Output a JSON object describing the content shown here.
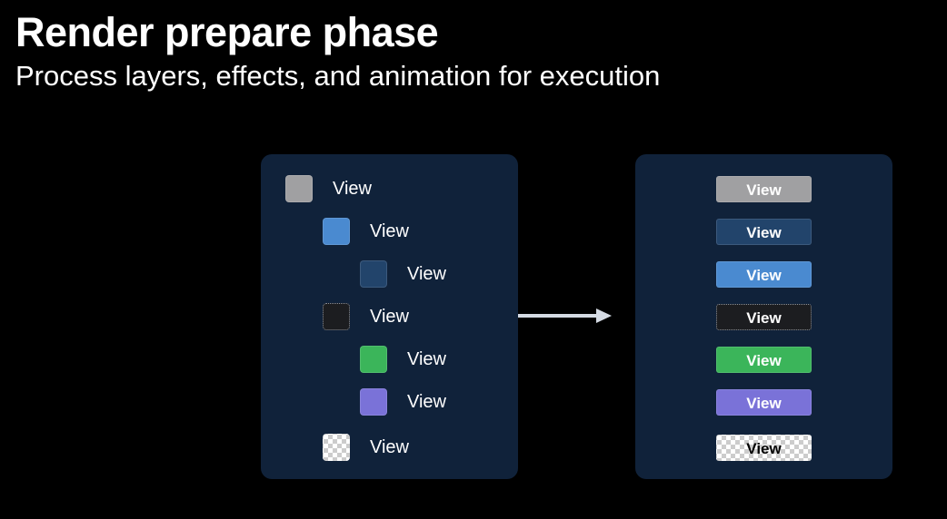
{
  "title": "Render prepare phase",
  "subtitle": "Process layers, effects, and animation for execution",
  "tree": [
    {
      "label": "View",
      "depth": 0,
      "color": "#a0a0a2",
      "style": "solid"
    },
    {
      "label": "View",
      "depth": 1,
      "color": "#4a8ad0",
      "style": "solid"
    },
    {
      "label": "View",
      "depth": 2,
      "color": "#22446b",
      "style": "solid"
    },
    {
      "label": "View",
      "depth": 1,
      "color": "#1c1d20",
      "style": "dotted"
    },
    {
      "label": "View",
      "depth": 2,
      "color": "#3bb55a",
      "style": "solid"
    },
    {
      "label": "View",
      "depth": 2,
      "color": "#7a72d8",
      "style": "solid"
    },
    {
      "label": "View",
      "depth": 1,
      "color": "#ffffff",
      "style": "checker"
    }
  ],
  "flat": [
    {
      "label": "View",
      "color": "#a0a0a2",
      "style": "solid",
      "text": "#ffffff"
    },
    {
      "label": "View",
      "color": "#22446b",
      "style": "solid",
      "text": "#ffffff"
    },
    {
      "label": "View",
      "color": "#4a8ad0",
      "style": "solid",
      "text": "#ffffff"
    },
    {
      "label": "View",
      "color": "#1c1d20",
      "style": "dotted",
      "text": "#ffffff"
    },
    {
      "label": "View",
      "color": "#3bb55a",
      "style": "solid",
      "text": "#ffffff"
    },
    {
      "label": "View",
      "color": "#7a72d8",
      "style": "solid",
      "text": "#ffffff"
    },
    {
      "label": "View",
      "color": "#ffffff",
      "style": "checker",
      "text": "#000000"
    }
  ]
}
